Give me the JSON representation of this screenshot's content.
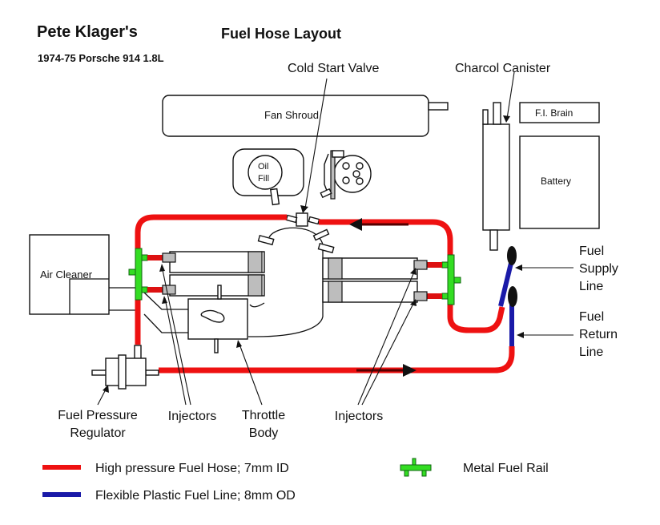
{
  "header": {
    "author_title": "Pete Klager's",
    "diagram_title": "Fuel Hose Layout",
    "vehicle": "1974-75 Porsche 914 1.8L"
  },
  "components": {
    "fan_shroud": "Fan Shroud",
    "oil_fill_line1": "Oil",
    "oil_fill_line2": "Fill",
    "fi_brain": "F.I. Brain",
    "battery": "Battery",
    "air_cleaner": "Air Cleaner"
  },
  "callouts": {
    "cold_start_valve": "Cold Start Valve",
    "charcoal_canister": "Charcol Canister",
    "fuel_supply": [
      "Fuel",
      "Supply",
      "Line"
    ],
    "fuel_return": [
      "Fuel",
      "Return",
      "Line"
    ],
    "fuel_pressure_regulator": [
      "Fuel Pressure",
      "Regulator"
    ],
    "injectors_left": "Injectors",
    "throttle_body": [
      "Throttle",
      "Body"
    ],
    "injectors_right": "Injectors"
  },
  "legend": {
    "items": [
      {
        "label": "High pressure Fuel Hose; 7mm ID",
        "color": "#ee1111",
        "symbol": "line"
      },
      {
        "label": "Flexible Plastic Fuel Line; 8mm OD",
        "color": "#1a1aa8",
        "symbol": "line"
      },
      {
        "label": "Metal Fuel Rail",
        "color": "#33dd22",
        "symbol": "rail"
      }
    ]
  },
  "colors": {
    "high_pressure_hose": "#ee1111",
    "plastic_line": "#1a1aa8",
    "fuel_rail": "#33dd22",
    "injector_body": "#bdbdbd"
  }
}
